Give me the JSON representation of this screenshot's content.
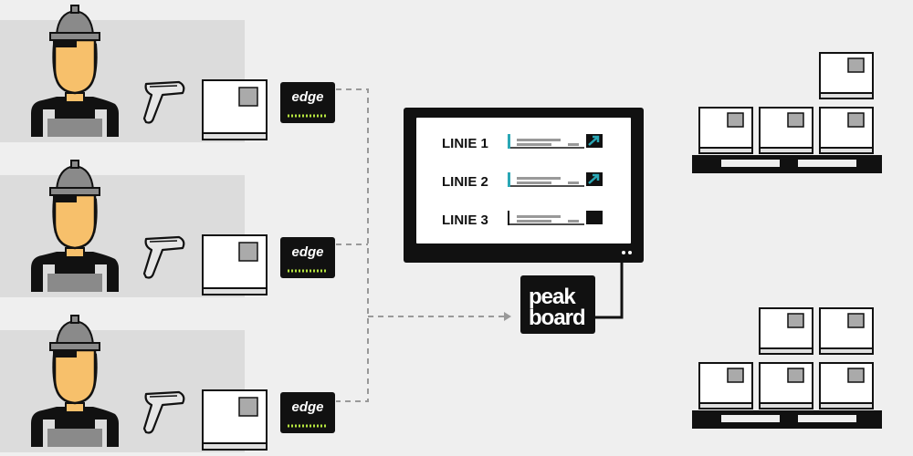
{
  "stations": [
    {
      "device_label": "edge"
    },
    {
      "device_label": "edge"
    },
    {
      "device_label": "edge"
    }
  ],
  "hub": {
    "logo_line1": "peak",
    "logo_line2": "board"
  },
  "monitor": {
    "rows": [
      {
        "label": "LINIE 1",
        "status": "trend-up"
      },
      {
        "label": "LINIE 2",
        "status": "trend-up"
      },
      {
        "label": "LINIE 3",
        "status": "stopped"
      }
    ]
  },
  "colors": {
    "background": "#efefef",
    "band": "#dcdcdc",
    "skin": "#f7c06b",
    "helmet": "#8a8a8a",
    "edge_accent": "#b6e63f",
    "trend_icon": "#2aa7b5",
    "device_body": "#111111"
  },
  "icons": [
    "worker-icon",
    "barcode-scanner-icon",
    "package-icon",
    "edge-device-icon",
    "monitor-icon",
    "peakboard-box-icon",
    "pallet-icon",
    "trend-up-icon"
  ]
}
